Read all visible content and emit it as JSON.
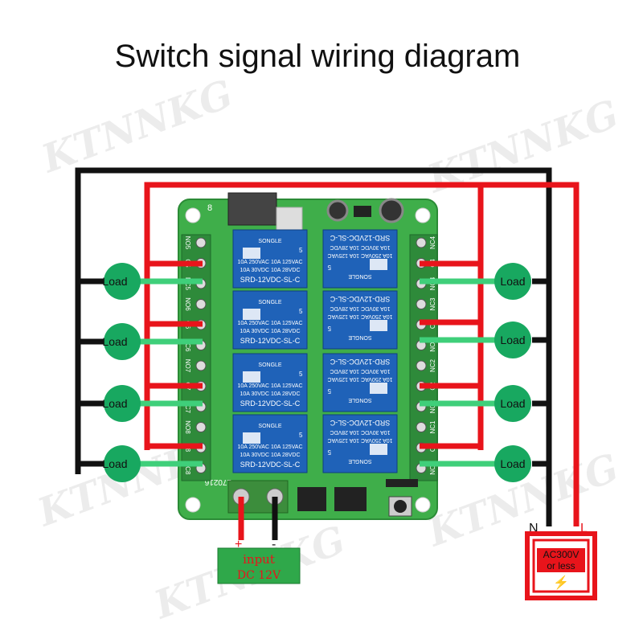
{
  "title": "Switch signal wiring diagram",
  "watermark": "KTNNKG",
  "load_label": "Load",
  "relay": {
    "brand": "SONGLE",
    "rating1": "10A 250VAC  10A 125VAC",
    "rating2": "10A 30VDC   10A 28VDC",
    "model": "SRD-12VDC-SL-C",
    "pin": "5"
  },
  "terminals_left": [
    "NO5",
    "C5",
    "NC5",
    "NO6",
    "C6",
    "NC6",
    "NO7",
    "C7",
    "NC7",
    "NO8",
    "C8",
    "NC8"
  ],
  "terminals_right": [
    "NC4",
    "C4",
    "NO4",
    "NC3",
    "C3",
    "NO3",
    "NC2",
    "C2",
    "NO2",
    "NC1",
    "C1",
    "NO1"
  ],
  "board_label_top": "8",
  "board_label_bottom": "170216",
  "input": {
    "line1": "input",
    "line2": "DC 12V",
    "plus": "+",
    "minus": "-"
  },
  "ac": {
    "n_label": "N",
    "l_label": "L",
    "line1": "AC300V",
    "line2": "or less"
  },
  "colors": {
    "red_wire": "#e8141b",
    "black_wire": "#111111",
    "green_wire": "#3fcf7a",
    "board": "#3fae4a",
    "relay": "#1f62b8",
    "load": "#18a860"
  }
}
